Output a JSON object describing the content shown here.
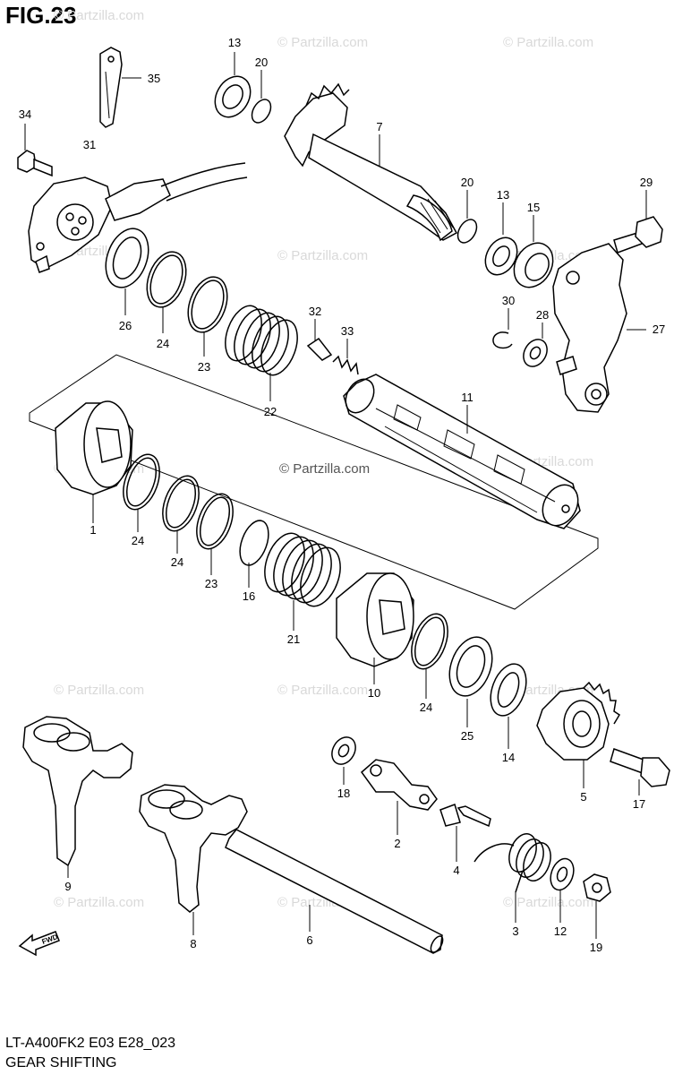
{
  "figure": {
    "title": "FIG.23",
    "code": "LT-A400FK2 E03 E28_023",
    "name": "GEAR SHIFTING"
  },
  "watermark": {
    "text": "© Partzilla.com",
    "center_text": "© Partzilla.com"
  },
  "callouts": {
    "p1": "1",
    "p2": "2",
    "p3": "3",
    "p4": "4",
    "p5": "5",
    "p6": "6",
    "p7": "7",
    "p8": "8",
    "p9": "9",
    "p10": "10",
    "p11": "11",
    "p12": "12",
    "p13a": "13",
    "p13b": "13",
    "p14": "14",
    "p15": "15",
    "p16": "16",
    "p17": "17",
    "p18": "18",
    "p19": "19",
    "p20a": "20",
    "p20b": "20",
    "p21": "21",
    "p22": "22",
    "p23a": "23",
    "p23b": "23",
    "p24a": "24",
    "p24b": "24",
    "p24c": "24",
    "p24d": "24",
    "p25": "25",
    "p26": "26",
    "p27": "27",
    "p28": "28",
    "p29": "29",
    "p30": "30",
    "p31": "31",
    "p32": "32",
    "p33": "33",
    "p34": "34",
    "p35": "35"
  },
  "fwd_arrow": {
    "text": "FWD",
    "icon": "forward-arrow-icon"
  }
}
